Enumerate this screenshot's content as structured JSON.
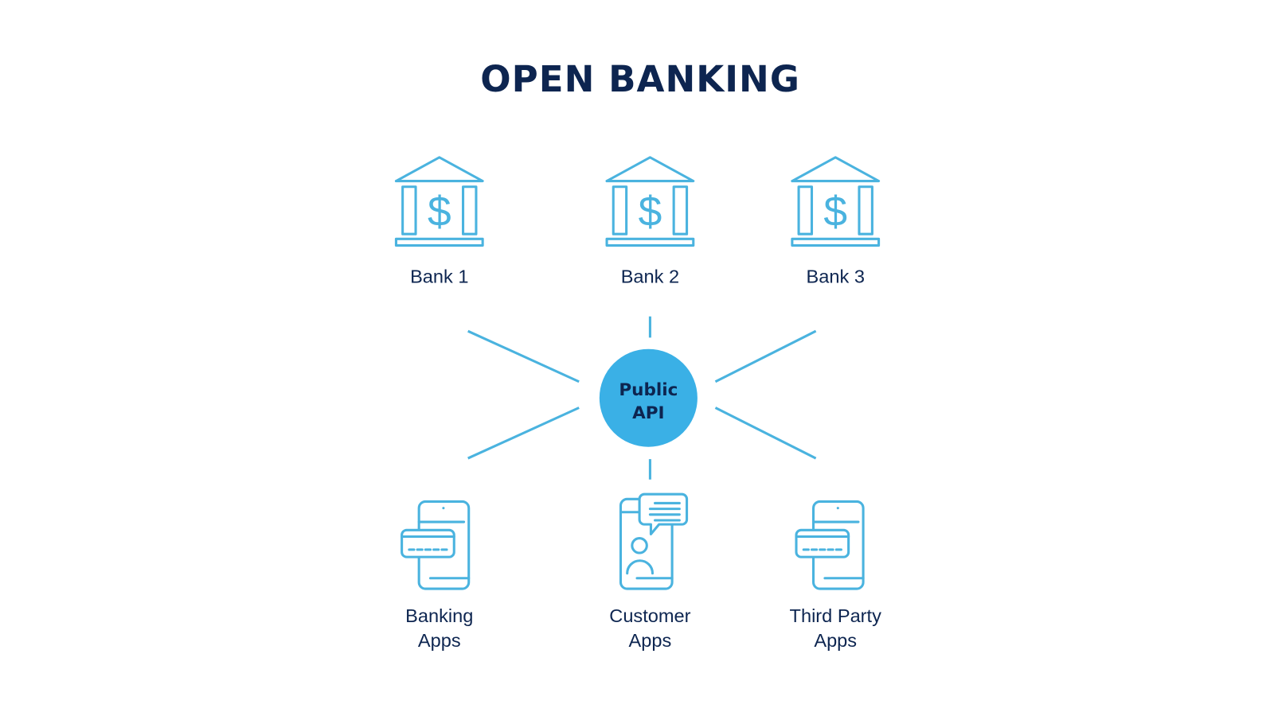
{
  "title": "OPEN BANKING",
  "hub": {
    "line1": "Public",
    "line2": "API",
    "color": "#3ab0e6"
  },
  "banks": [
    {
      "label": "Bank 1",
      "icon": "bank-icon"
    },
    {
      "label": "Bank 2",
      "icon": "bank-icon"
    },
    {
      "label": "Bank 3",
      "icon": "bank-icon"
    }
  ],
  "apps": [
    {
      "line1": "Banking",
      "line2": "Apps",
      "icon": "phone-card-icon"
    },
    {
      "line1": "Customer",
      "line2": "Apps",
      "icon": "phone-chat-user-icon"
    },
    {
      "line1": "Third Party",
      "line2": "Apps",
      "icon": "phone-card-icon"
    }
  ],
  "colors": {
    "accent": "#4ab3df",
    "text": "#0d2550"
  }
}
